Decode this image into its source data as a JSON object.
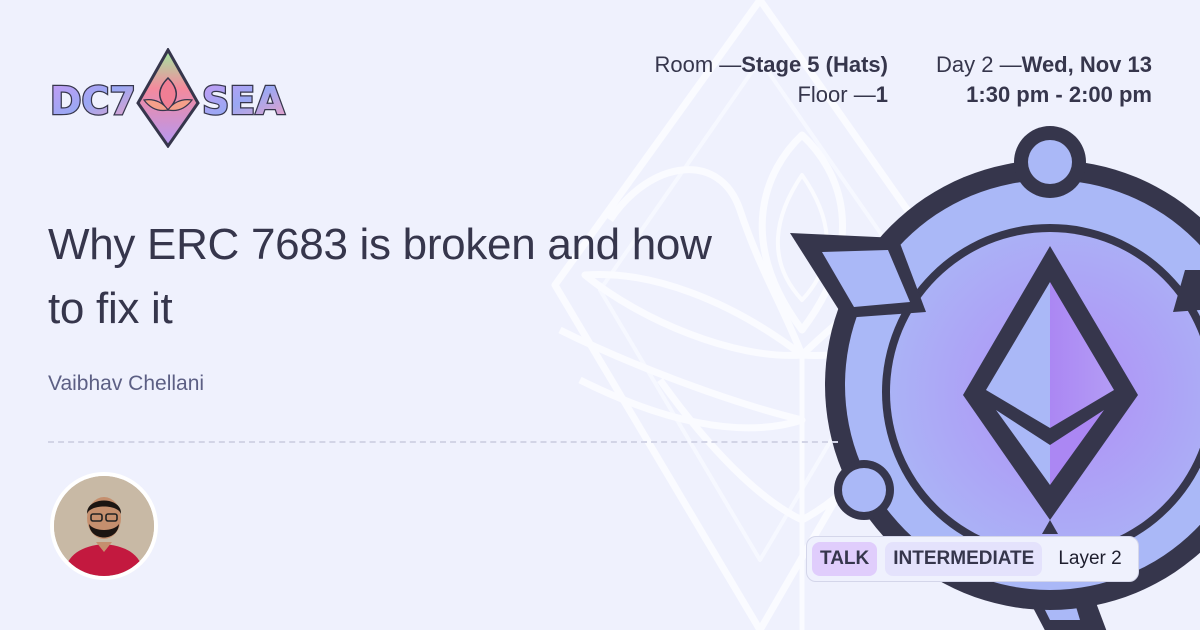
{
  "event": {
    "logo_text_left": "DC7",
    "logo_text_right": "SEA"
  },
  "venue": {
    "room_label": "Room —",
    "room_value": "Stage 5 (Hats)",
    "floor_label": "Floor —",
    "floor_value": "1"
  },
  "schedule": {
    "day_label": "Day 2 —",
    "day_value": "Wed, Nov 13",
    "time": "1:30 pm - 2:00 pm"
  },
  "talk": {
    "title": "Why ERC 7683 is broken and how to fix it",
    "speaker": "Vaibhav Chellani"
  },
  "tags": [
    {
      "label": "TALK",
      "color": "#e0cdfc"
    },
    {
      "label": "INTERMEDIATE",
      "color": "#e4e2fc"
    },
    {
      "label": "Layer 2"
    }
  ],
  "colors": {
    "background": "#eff1fd",
    "text": "#36364c",
    "badge_fill": "#aab8f7",
    "badge_purple": "#b090f5",
    "badge_outline": "#36364c"
  }
}
